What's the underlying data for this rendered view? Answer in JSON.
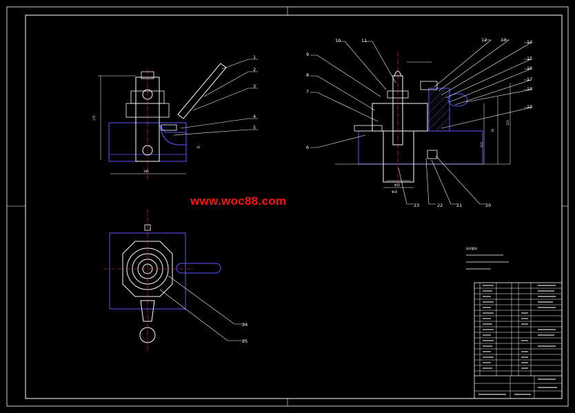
{
  "watermark": {
    "text": "www.woc88.com",
    "color": "#ff1010"
  },
  "colors": {
    "background": "#000000",
    "line": "#ffffff",
    "part": "#5a5aff",
    "center": "#ff4040",
    "leader": "#ffffff"
  },
  "part_labels": {
    "left_view": [
      "1",
      "2",
      "3",
      "4",
      "5"
    ],
    "right_view_top": [
      "10",
      "11",
      "12",
      "13",
      "14",
      "15",
      "16",
      "17",
      "18",
      "19"
    ],
    "right_view_left": [
      "9",
      "8",
      "7",
      "6"
    ],
    "right_view_bottom": [
      "23",
      "22",
      "21",
      "20"
    ],
    "top_view": [
      "24",
      "25"
    ]
  },
  "title_block": {
    "tech_req_heading": "技术要求:"
  }
}
